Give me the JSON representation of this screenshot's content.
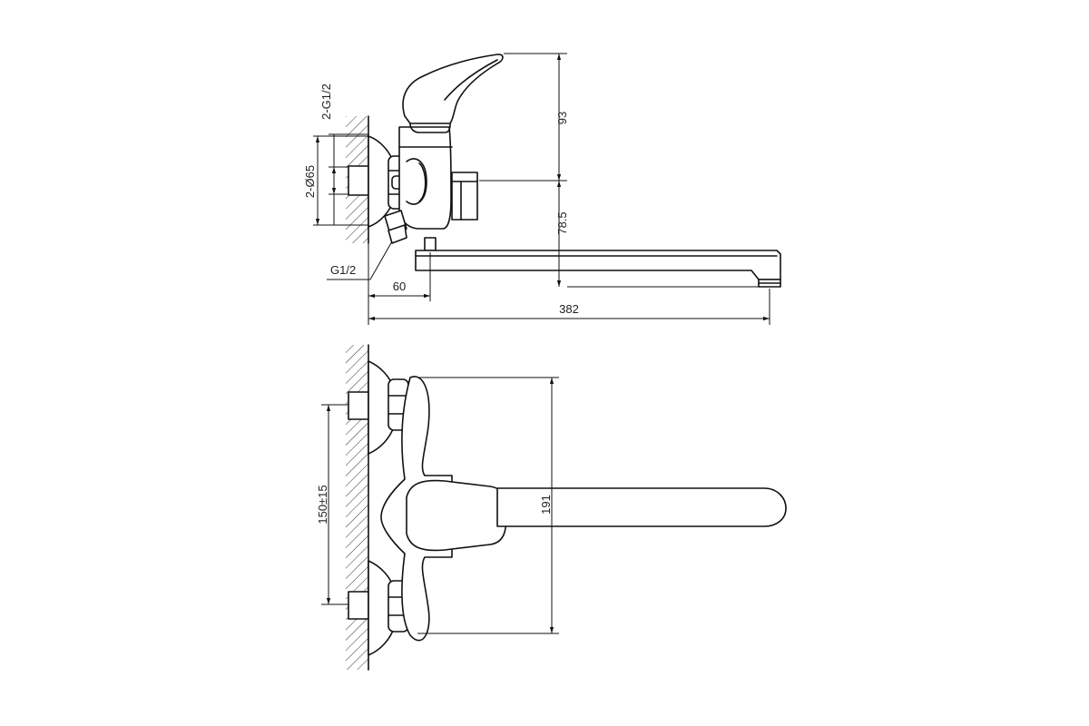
{
  "dimensions": {
    "height_top": "93",
    "height_bottom": "78.5",
    "inlet_thread": "2-G1/2",
    "flange_diameter": "2-Ø65",
    "outlet_thread": "G1/2",
    "wall_offset": "60",
    "total_length": "382",
    "inlet_spacing": "150±15",
    "body_height": "191"
  }
}
